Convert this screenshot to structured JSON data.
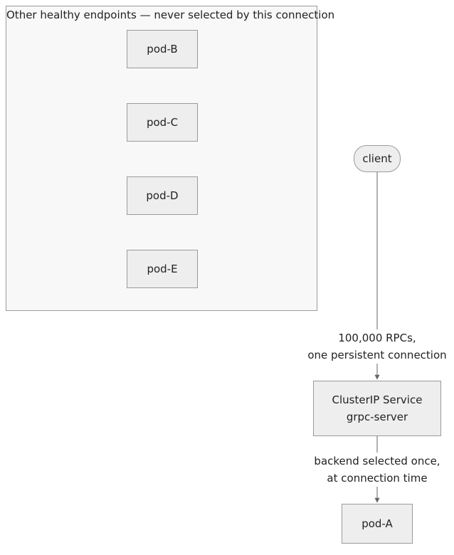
{
  "cluster": {
    "title": "Other healthy endpoints — never selected by this connection",
    "pods": [
      "pod-B",
      "pod-C",
      "pod-D",
      "pod-E"
    ]
  },
  "client": {
    "label": "client"
  },
  "edge_client_service": {
    "line1": "100,000 RPCs,",
    "line2": "one persistent connection"
  },
  "service": {
    "line1": "ClusterIP Service",
    "line2": "grpc-server"
  },
  "edge_service_pod": {
    "line1": "backend selected once,",
    "line2": "at connection time"
  },
  "pod_a": {
    "label": "pod-A"
  },
  "colors": {
    "node_fill": "#eeeeee",
    "node_border": "#9a9a9a",
    "edge": "#666666"
  }
}
